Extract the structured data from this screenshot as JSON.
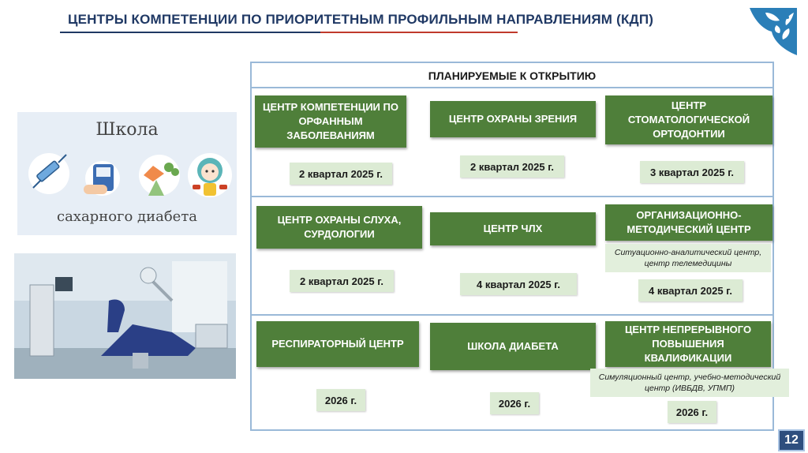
{
  "title": "ЦЕНТРЫ КОМПЕТЕНЦИИ ПО ПРИОРИТЕТНЫМ ПРОФИЛЬНЫМ НАПРАВЛЕНИЯМ (КДП)",
  "board_header": "ПЛАНИРУЕМЫЕ К ОТКРЫТИЮ",
  "centers": {
    "orphan": {
      "label": "ЦЕНТР КОМПЕТЕНЦИИ ПО ОРФАННЫМ ЗАБОЛЕВАНИЯМ",
      "date": "2 квартал 2025 г."
    },
    "vision": {
      "label": "ЦЕНТР ОХРАНЫ ЗРЕНИЯ",
      "date": "2 квартал 2025 г."
    },
    "orthodontics": {
      "label": "ЦЕНТР СТОМАТОЛОГИЧЕСКОЙ ОРТОДОНТИИ",
      "date": "3 квартал 2025 г."
    },
    "hearing": {
      "label": "ЦЕНТР ОХРАНЫ СЛУХА, СУРДОЛОГИИ",
      "date": "2 квартал 2025 г."
    },
    "maxillofacial": {
      "label": "ЦЕНТР ЧЛХ",
      "date": "4 квартал 2025 г."
    },
    "methodical": {
      "label": "ОРГАНИЗАЦИОННО-МЕТОДИЧЕСКИЙ ЦЕНТР",
      "note": "Ситуационно-аналитический центр, центр телемедицины",
      "date": "4 квартал 2025 г."
    },
    "respiratory": {
      "label": "РЕСПИРАТОРНЫЙ ЦЕНТР",
      "date": "2026 г."
    },
    "diabetes": {
      "label": "ШКОЛА ДИАБЕТА",
      "date": "2026 г."
    },
    "education": {
      "label": "ЦЕНТР НЕПРЕРЫВНОГО ПОВЫШЕНИЯ КВАЛИФИКАЦИИ",
      "note": "Симуляционный центр, учебно-методический центр (ИВБДВ, УПМП)",
      "date": "2026 г."
    }
  },
  "school_card": {
    "line1": "Школа",
    "line2": "сахарного диабета"
  },
  "page_number": "12",
  "colors": {
    "title": "#1f3864",
    "green": "#4f7f3a",
    "date_bg": "#dcebd4",
    "border": "#9ab9d8",
    "accent_red": "#c0392b"
  },
  "icons": [
    "kazakh-ornament-icon",
    "syringe-icon",
    "glucometer-icon",
    "healthy-food-icon",
    "girl-with-dumbbells-icon",
    "dental-chair-photo"
  ]
}
